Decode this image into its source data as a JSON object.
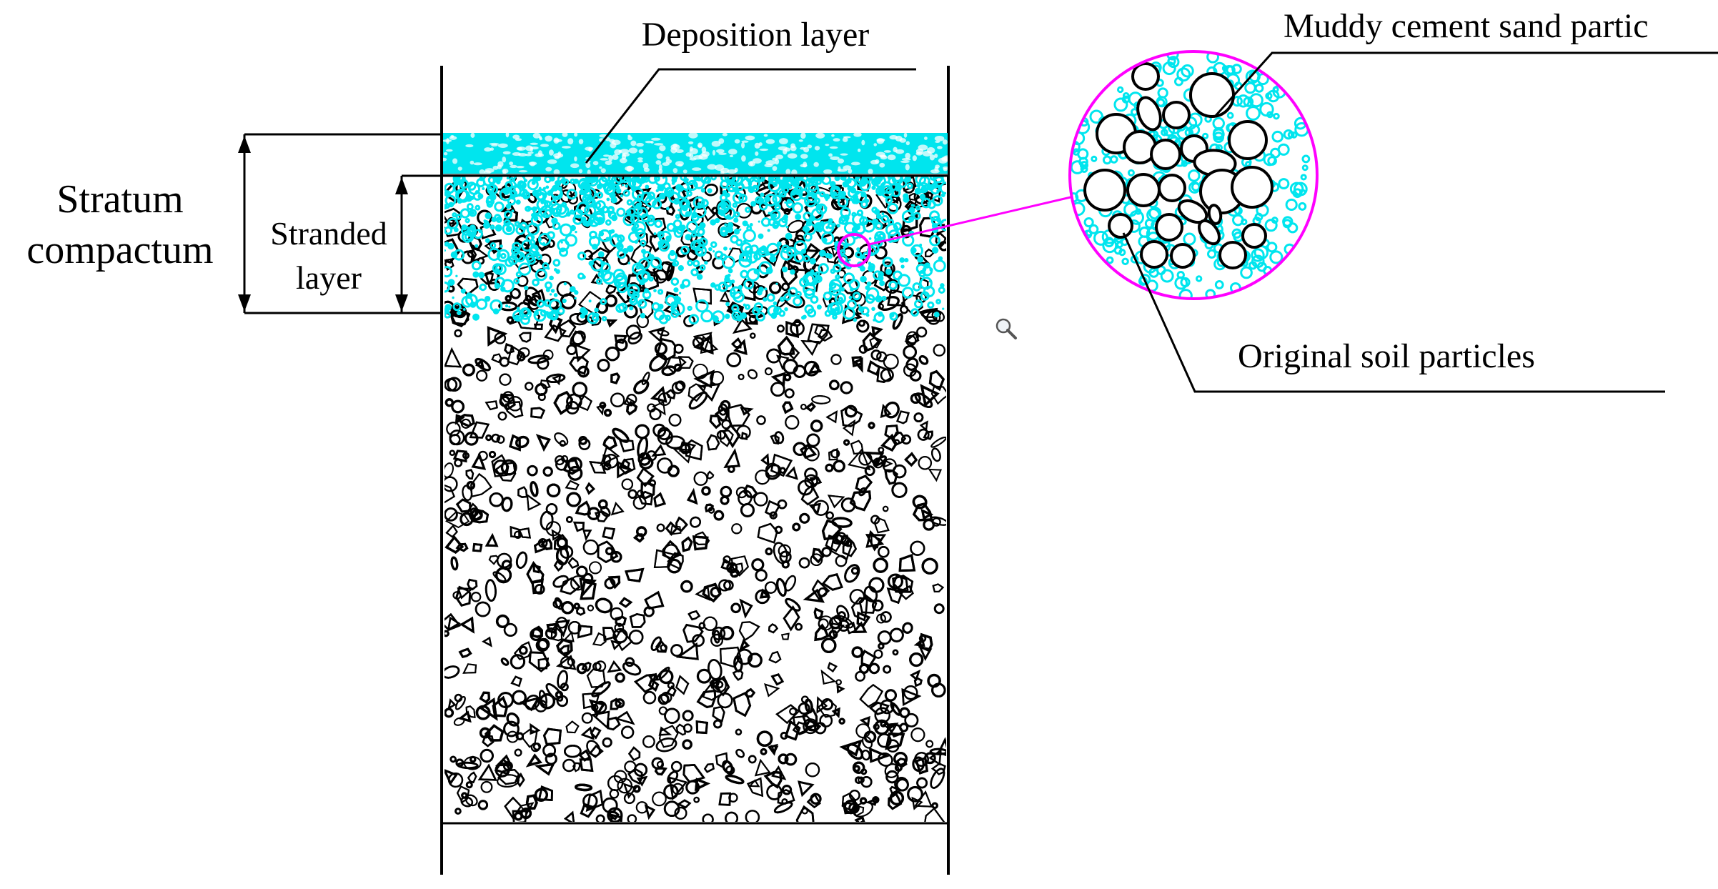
{
  "labels": {
    "deposition": "Deposition layer",
    "muddy": "Muddy cement sand partic",
    "stratum_line1": "Stratum",
    "stratum_line2": "compactum",
    "stranded_line1": "Stranded",
    "stranded_line2": "layer",
    "original": "Original soil particles"
  },
  "icons": {
    "zoom": "magnifier-icon"
  },
  "colors": {
    "deposit": "#00e5ee",
    "callout": "#ff00ff",
    "ink": "#000000",
    "background": "#ffffff"
  }
}
